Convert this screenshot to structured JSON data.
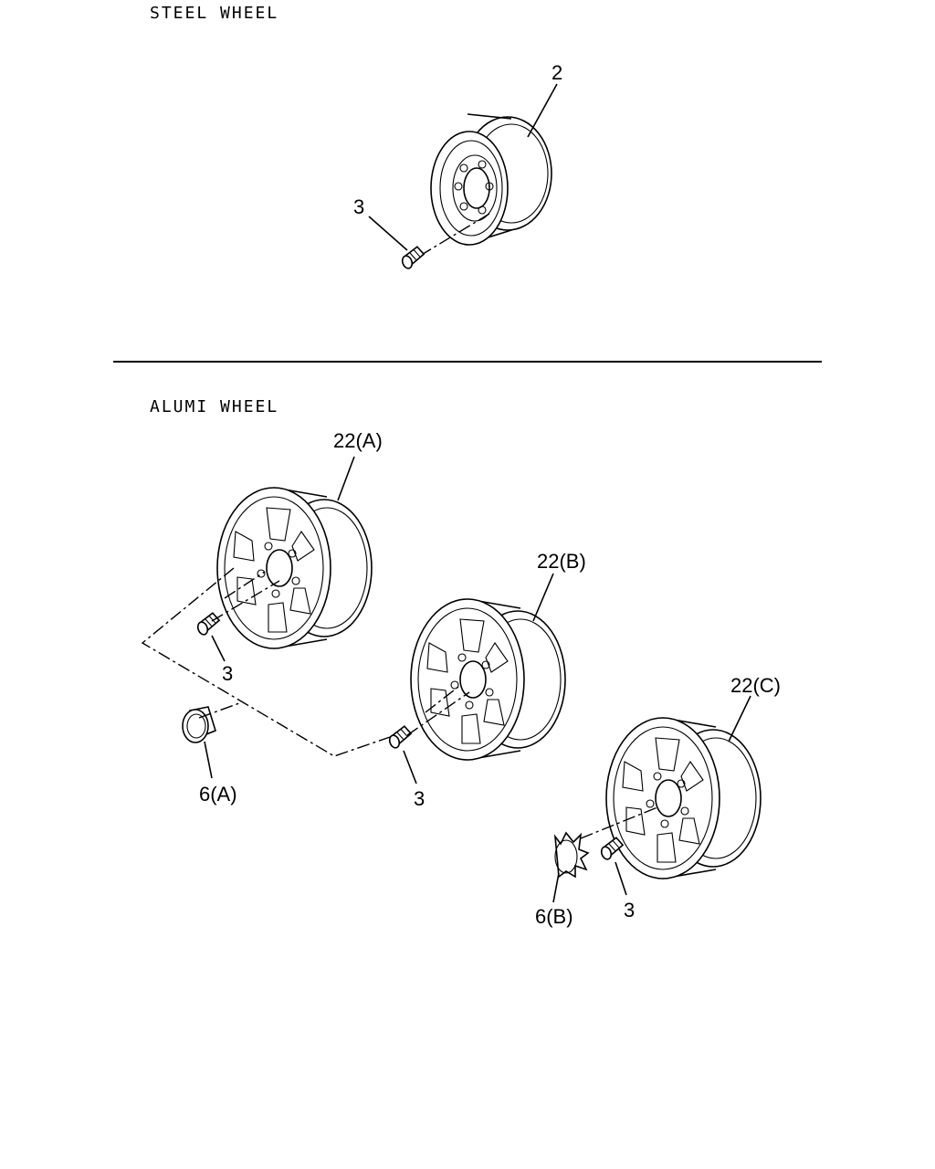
{
  "sections": {
    "steel": {
      "title": "STEEL WHEEL"
    },
    "alumi": {
      "title": "ALUMI WHEEL"
    }
  },
  "callouts": {
    "steel_wheel": "2",
    "steel_nut": "3",
    "wheel_a": "22(A)",
    "wheel_b": "22(B)",
    "wheel_c": "22(C)",
    "nut_a": "3",
    "nut_b": "3",
    "nut_c": "3",
    "cap_a": "6(A)",
    "cap_b": "6(B)"
  }
}
